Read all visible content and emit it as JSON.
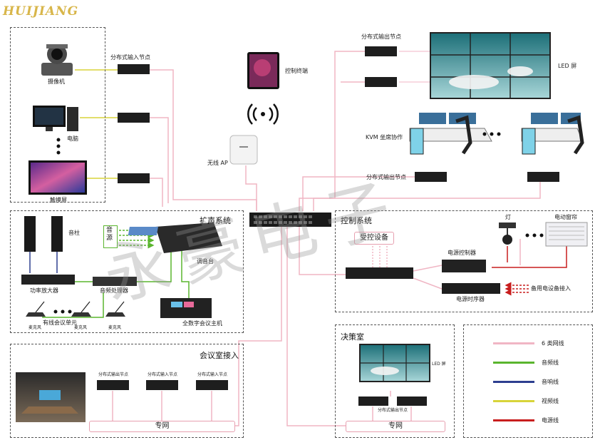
{
  "logo_text": "HUIJIANG",
  "watermark": "永豪电子",
  "colors": {
    "network": "#f0b6c4",
    "audio": "#5ab52e",
    "sound": "#2d3f8f",
    "video": "#d8d43a",
    "power": "#c81e1e"
  },
  "labels": {
    "camera": "摄像机",
    "computer": "电脑",
    "touchscreen": "触摸屏",
    "input_node_top": "分布式输入节点",
    "control_terminal": "控制终端",
    "wireless_ap": "无线 AP",
    "output_node_top": "分布式输出节点",
    "led_screen": "LED 屏",
    "kvm": "KVM 坐席协作",
    "output_node_mid": "分布式输出节点",
    "speaker": "音柱",
    "audio_source": "音源",
    "mixer": "调音台",
    "amplifier": "功率放大器",
    "audio_processor": "音频处理器",
    "wired_conf_unit": "有线会议单元",
    "digital_conf_host": "全数字会议主机",
    "controlled_device": "受控设备",
    "light": "灯",
    "curtain": "电动窗帘",
    "relay_controller": "电源控制器",
    "power_sequencer": "电源时序器",
    "backup_power": "备用电设备接入",
    "decision_led": "LED 屏",
    "decision_output_node": "分布式输出节点",
    "conf_out_node": "分布式输出节点",
    "conf_in_node_1": "分布式输入节点",
    "conf_in_node_2": "分布式输入节点",
    "mic_tag_1": "麦克风",
    "mic_tag_2": "麦克风",
    "mic_tag_3": "麦克风"
  },
  "sections": {
    "sound_system": "扩声系统",
    "control_system": "控制系统",
    "meeting_access": "会议室接入",
    "decision_room": "决策室"
  },
  "private_net_left": "专网",
  "private_net_right": "专网",
  "legend": [
    {
      "label": "6 类网线",
      "color_key": "network"
    },
    {
      "label": "音频线",
      "color_key": "audio"
    },
    {
      "label": "音响线",
      "color_key": "sound"
    },
    {
      "label": "视频线",
      "color_key": "video"
    },
    {
      "label": "电源线",
      "color_key": "power"
    }
  ]
}
